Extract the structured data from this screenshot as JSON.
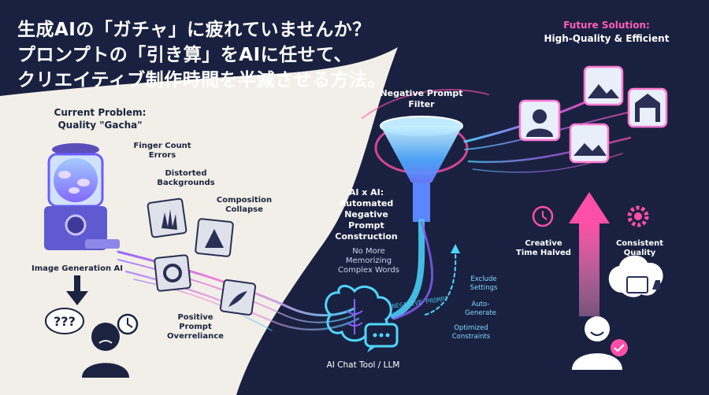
{
  "title": {
    "line1": "生成AIの「ガチャ」に疲れていませんか？",
    "line2": "プロンプトの「引き算」をAIに任せて、",
    "line3": "クリエイティブ制作時間を半減させる方法。"
  },
  "problem": {
    "heading_line1": "Current Problem:",
    "heading_line2": "Quality \"Gacha\"",
    "issues": [
      [
        "Finger Count",
        "Errors"
      ],
      [
        "Distorted",
        "Backgrounds"
      ],
      [
        "Composition",
        "Collapse"
      ]
    ],
    "generator_label": "Image Generation AI",
    "overreliance": [
      "Positive",
      "Prompt",
      "Overreliance"
    ],
    "confused_text": "???"
  },
  "filter": {
    "label_line1": "Negative Prompt",
    "label_line2": "Filter"
  },
  "automation": {
    "heading": [
      "AI x AI:",
      "Automated",
      "Negative",
      "Prompt",
      "Construction"
    ],
    "sub": [
      "No More",
      "Memorizing",
      "Complex Words"
    ],
    "stream_text": "NEGATIVE PROMPT",
    "steps": [
      [
        "Exclude",
        "Settings"
      ],
      [
        "Auto-",
        "Generate"
      ],
      [
        "Optimized",
        "Constraints"
      ]
    ],
    "tool_label": "AI Chat Tool / LLM"
  },
  "solution": {
    "heading_line1": "Future Solution:",
    "heading_line2": "High-Quality & Efficient",
    "benefit1": [
      "Creative",
      "Time Halved"
    ],
    "benefit2": [
      "Consistent",
      "Quality"
    ]
  },
  "colors": {
    "navy": "#1a2140",
    "cream": "#f2efe8",
    "accent_pink": "#ff4fa8",
    "accent_cyan": "#4fd6ff",
    "accent_purple": "#8a5cff"
  }
}
